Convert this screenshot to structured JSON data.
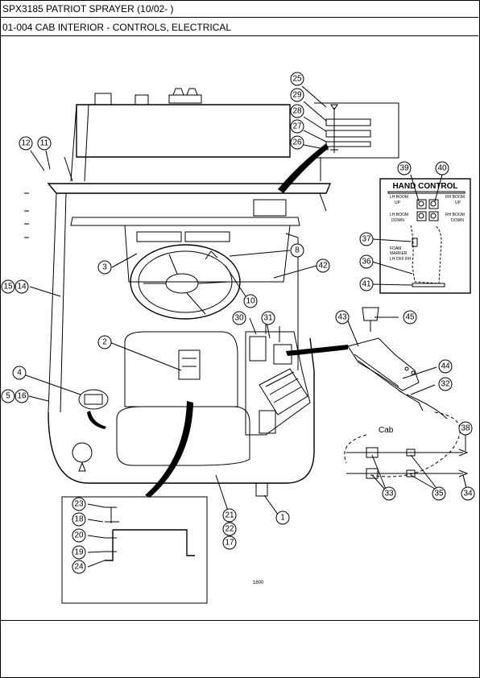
{
  "header": {
    "title": "SPX3185 PATRIOT SPRAYER (10/02- )",
    "section": "01-004 CAB INTERIOR - CONTROLS, ELECTRICAL"
  },
  "diagram": {
    "hand_control": {
      "title": "HAND CONTROL",
      "lh_boom_up": "LH BOOM",
      "lh_up": "UP",
      "rh_boom_up": "RH BOOM",
      "rh_up": "UP",
      "lh_boom_down": "LH BOOM",
      "lh_down": "DOWN",
      "rh_boom_down": "RH BOOM",
      "rh_down": "DOWN",
      "foam_marker_1": "FOAM",
      "foam_marker_2": "MARKER",
      "foam_switch": "LH OFF RH"
    },
    "cab_label": "Cab",
    "figure_number": "1600",
    "callouts": [
      "1",
      "2",
      "3",
      "4",
      "5",
      "16",
      "8",
      "10",
      "11",
      "12",
      "14",
      "15",
      "17",
      "18",
      "19",
      "20",
      "21",
      "22",
      "23",
      "24",
      "25",
      "26",
      "27",
      "28",
      "29",
      "30",
      "31",
      "32",
      "33",
      "34",
      "35",
      "36",
      "37",
      "38",
      "39",
      "40",
      "41",
      "42",
      "43",
      "44",
      "45"
    ]
  }
}
